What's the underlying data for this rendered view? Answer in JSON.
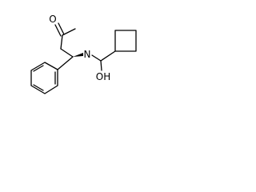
{
  "molecule": {
    "atom_labels": {
      "ketone_oxygen": "O",
      "amide_nitrogen": "N",
      "amide_hydroxyl": "OH"
    }
  }
}
